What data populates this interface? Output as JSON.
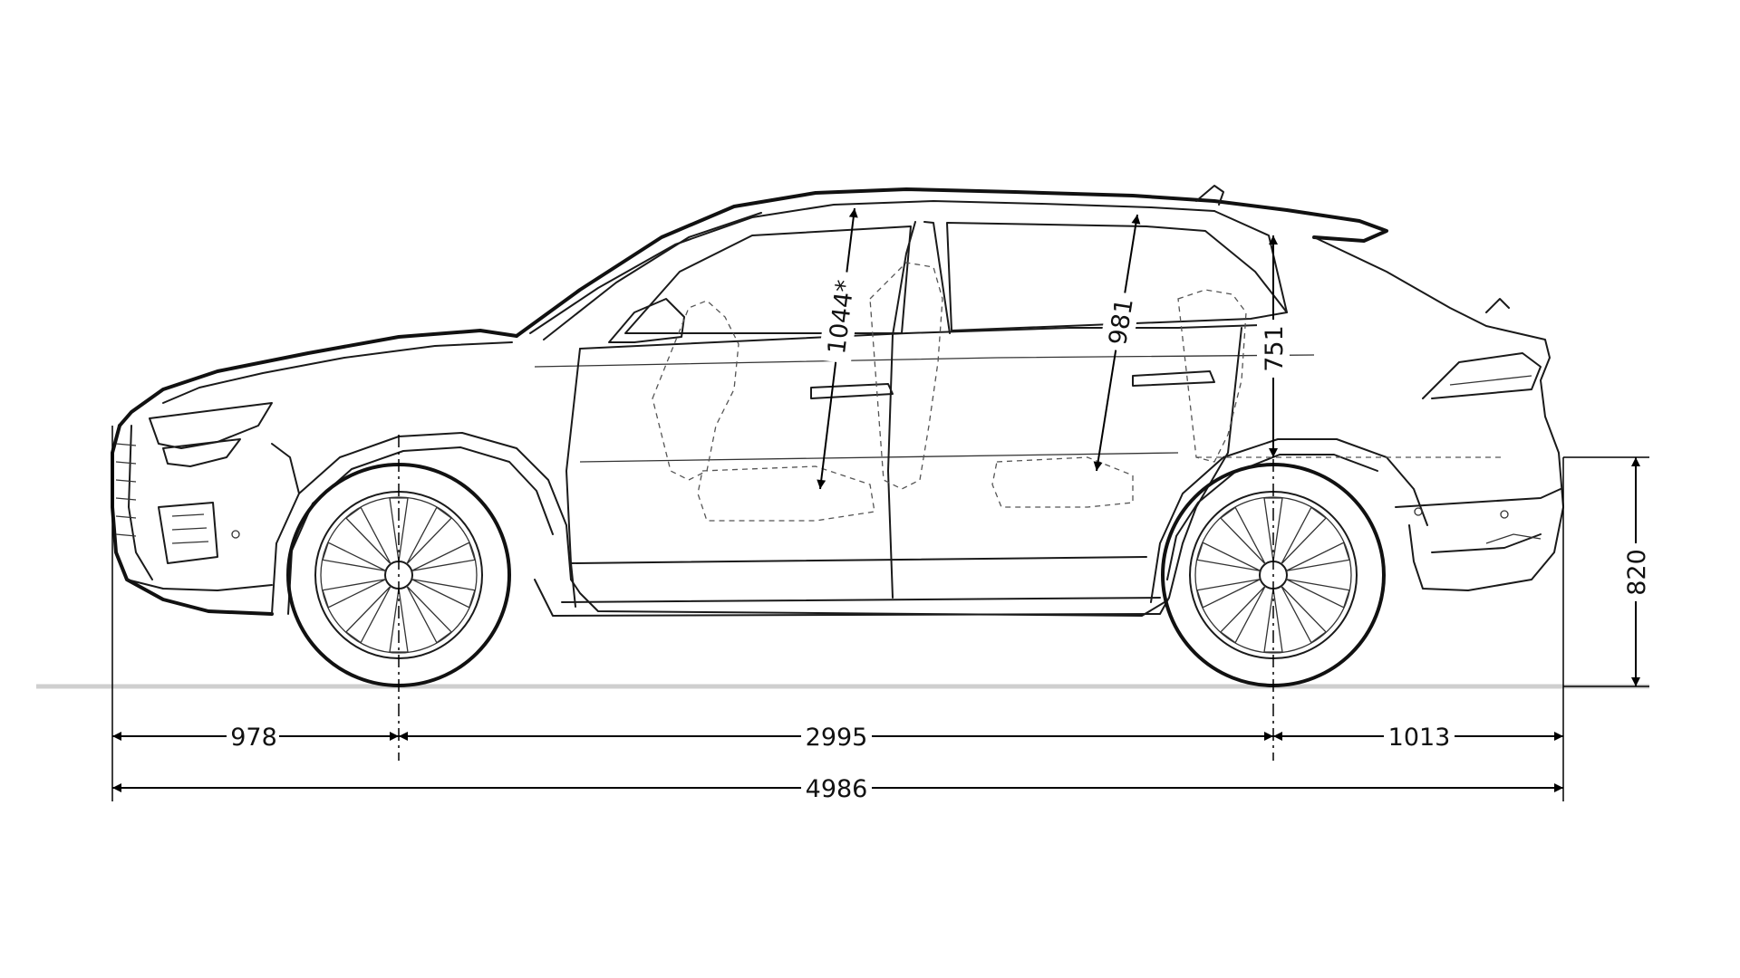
{
  "dimensions": {
    "front_overhang": "978",
    "wheelbase": "2995",
    "rear_overhang": "1013",
    "overall_length": "4986",
    "front_headroom": "1044*",
    "rear_headroom": "981",
    "boot_height": "751",
    "loading_sill_height": "820"
  },
  "colors": {
    "line": "#1a1a1a",
    "ground": "#cfcfcf",
    "background": "#ffffff"
  }
}
